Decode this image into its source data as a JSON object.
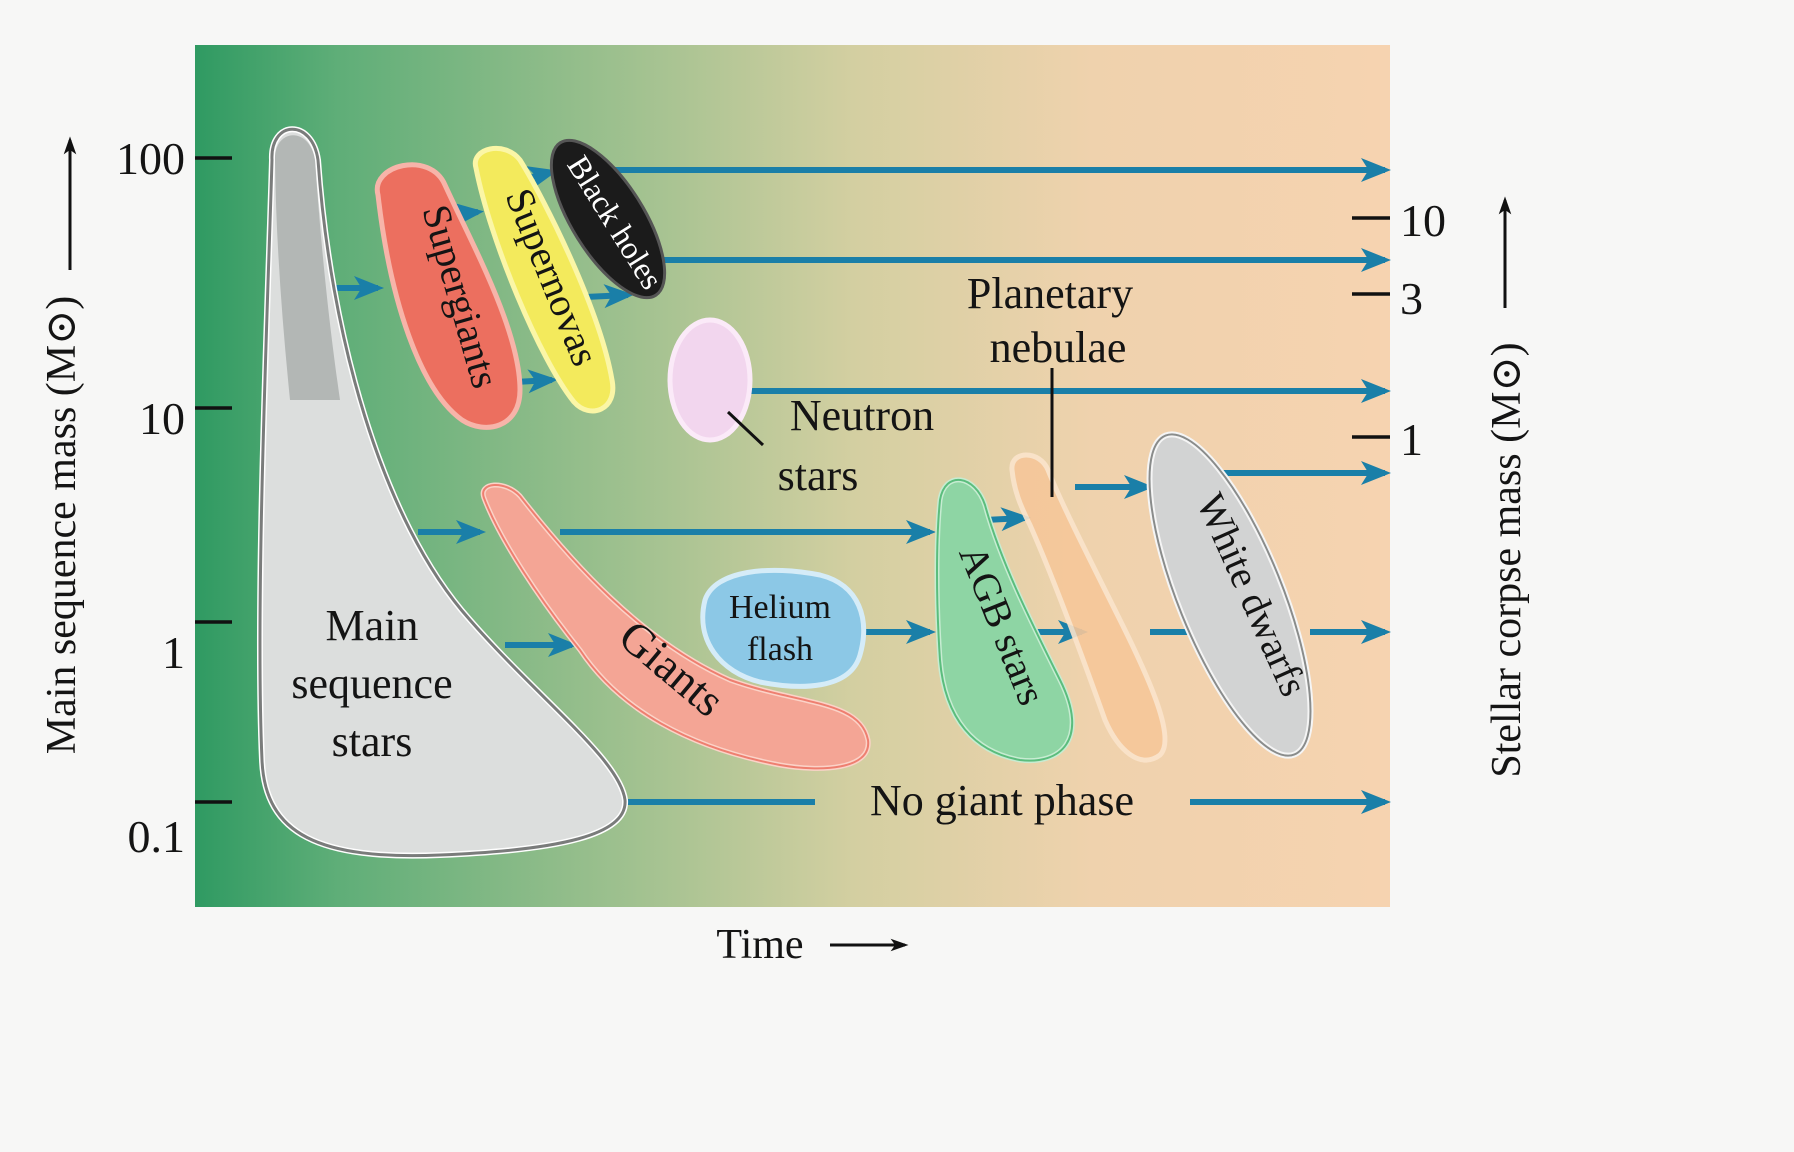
{
  "figure": {
    "type": "stellar-evolution-flow-diagram",
    "x_axis": {
      "label": "Time",
      "arrow": "right-arrow"
    },
    "left_axis": {
      "label": "Main sequence mass (M⊙)",
      "ticks": [
        {
          "label": "100",
          "value": 100
        },
        {
          "label": "10",
          "value": 10
        },
        {
          "label": "1",
          "value": 1
        },
        {
          "label": "0.1",
          "value": 0.1
        }
      ]
    },
    "right_axis": {
      "label": "Stellar corpse mass (M⊙)",
      "ticks": [
        {
          "label": "10",
          "value": 10
        },
        {
          "label": "3",
          "value": 3
        },
        {
          "label": "1",
          "value": 1
        }
      ]
    },
    "stages": {
      "main_sequence": {
        "lines": [
          "Main",
          "sequence",
          "stars"
        ],
        "color": "#d9dcdc"
      },
      "supergiants": {
        "label": "Supergiants",
        "color": "#ec6f5f"
      },
      "supernovas": {
        "label": "Supernovas",
        "color": "#f3ea5c"
      },
      "black_holes": {
        "label": "Black holes",
        "color": "#1a1a1a"
      },
      "neutron_stars": {
        "lines": [
          "Neutron",
          "stars"
        ],
        "color": "#f2d6ee"
      },
      "planetary_nebulae": {
        "lines": [
          "Planetary",
          "nebulae"
        ],
        "color": "#f6c79a"
      },
      "giants": {
        "label": "Giants",
        "color": "#f4a595"
      },
      "helium_flash": {
        "lines": [
          "Helium",
          "flash"
        ],
        "color": "#8cc8e6"
      },
      "agb_stars": {
        "label": "AGB stars",
        "color": "#8ed5a4"
      },
      "white_dwarfs": {
        "label": "White dwarfs",
        "color": "#c9cbcb"
      },
      "no_giant_phase": {
        "label": "No giant phase"
      }
    },
    "colors": {
      "background_left": "#2f9a62",
      "background_right": "#f6d3b0",
      "flow_arrow": "#1a7fa8"
    }
  }
}
